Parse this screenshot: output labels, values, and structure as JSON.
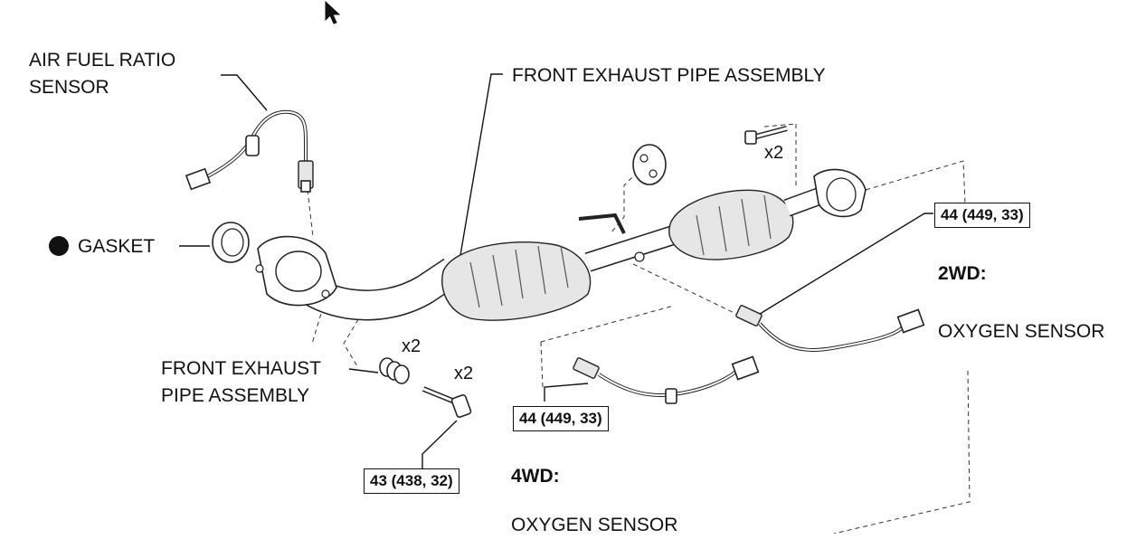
{
  "labels": {
    "air_fuel_ratio_sensor": [
      "AIR FUEL RATIO",
      "SENSOR"
    ],
    "front_exhaust_pipe_top": "FRONT EXHAUST PIPE ASSEMBLY",
    "gasket": "GASKET",
    "front_exhaust_pipe_left": [
      "FRONT EXHAUST",
      "PIPE ASSEMBLY"
    ],
    "label_2wd": "2WD:",
    "oxygen_sensor_2wd": "OXYGEN SENSOR",
    "label_4wd": "4WD:",
    "oxygen_sensor_4wd": "OXYGEN SENSOR"
  },
  "quantities": {
    "bolt_top": "x2",
    "spring": "x2",
    "bolt_left": "x2"
  },
  "torque_specs": {
    "oxygen_sensor_2wd": "44 (449, 33)",
    "oxygen_sensor_4wd": "44 (449, 33)",
    "flange_bolt": "43 (438, 32)"
  },
  "icons": [
    "mouse-cursor-icon",
    "non-reusable-part-dot-icon"
  ]
}
